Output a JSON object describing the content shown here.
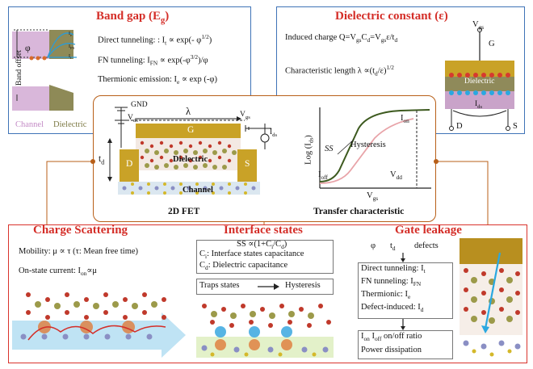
{
  "band_gap": {
    "title": "Band gap (E",
    "title_sub": "g",
    "title_end": ")",
    "axis_label": "Band offset",
    "phi": "φ",
    "it": "I",
    "it_sub": "t",
    "ifn": "I",
    "ifn_sub": "FN",
    "ie": "I",
    "ie_sub": "e",
    "channel": "Channel",
    "dielectric": "Dielectric",
    "eq1": "Direct tunneling: : I",
    "eq1_sub": "t",
    "eq1_end": " ∝ exp(- φ",
    "eq1_sup": "1/2",
    "eq1_close": ")",
    "eq2": "FN tunneling: I",
    "eq2_sub": "FN",
    "eq2_end": " ∝ exp(-φ",
    "eq2_sup": "3/2",
    "eq2_close": ")/φ",
    "eq3": "Thermionic emission: I",
    "eq3_sub": "e",
    "eq3_end": " ∝ exp (-φ)"
  },
  "dielectric": {
    "title": "Dielectric constant (ε)",
    "eq1": "Induced charge Q=V",
    "eq1_s1": "gs",
    "eq1_b": "C",
    "eq1_s2": "d",
    "eq1_c": "=V",
    "eq1_s3": "gs",
    "eq1_d": "ε/t",
    "eq1_s4": "d",
    "eq2": "Characteristic  length λ ∝(t",
    "eq2_s1": "d",
    "eq2_b": "/ε)",
    "eq2_sup": "1/2",
    "vgs": "V",
    "vgs_sub": "gs",
    "g": "G",
    "diel_label": "Dielectric",
    "ids": "I",
    "ids_sub": "ds",
    "d": "D",
    "s": "S"
  },
  "fet": {
    "gnd": "GND",
    "vds": "V",
    "vds_sub": "ds",
    "lambda": "λ",
    "vgs": "V",
    "vgs_sub": "gs",
    "ids": "I",
    "ids_sub": "ds",
    "g": "G",
    "d": "D",
    "s": "S",
    "td": "t",
    "td_sub": "d",
    "dielectric": "Dielectric",
    "channel": "Channel",
    "caption": "2D FET"
  },
  "transfer": {
    "ylabel": "Log (I",
    "ylabel_sub": "ds",
    "ylabel_end": ")",
    "xlabel": "V",
    "xlabel_sub": "gs",
    "ion": "I",
    "ion_sub": "on",
    "ioff": "I",
    "ioff_sub": "off",
    "ss": "SS",
    "hysteresis": "Hysteresis",
    "vdd": "V",
    "vdd_sub": "dd",
    "caption": "Transfer characteristic"
  },
  "scattering": {
    "title": "Charge Scattering",
    "eq1": "Mobility: μ ∝ τ (τ: Mean free time)",
    "eq2": "On-state current: I",
    "eq2_sub": "on",
    "eq2_end": "∝μ"
  },
  "interface": {
    "title": "Interface states",
    "ss": "SS ∝(1+C",
    "ss_s1": "i",
    "ss_b": "/C",
    "ss_s2": "d",
    "ss_c": ")",
    "ci": "C",
    "ci_sub": "i",
    "ci_end": ": Interface states capacitance",
    "cd": "C",
    "cd_sub": "d",
    "cd_end": ": Dielectric capacitance",
    "traps": "Traps states",
    "hyst": "Hysteresis"
  },
  "leakage": {
    "title": "Gate leakage",
    "phi": "φ",
    "td": "t",
    "td_sub": "d",
    "defects": "defects",
    "l1": "Direct tunneling: I",
    "l1_sub": "t",
    "l2": "FN tunneling: I",
    "l2_sub": "FN",
    "l3": "Thermionic: I",
    "l3_sub": "e",
    "l4": "Defect-induced: I",
    "l4_sub": "d",
    "r1a": "I",
    "r1a_sub": "on",
    "r1b": " I",
    "r1b_sub": "off",
    "r1c": " on/off ratio",
    "r2": "Power dissipation"
  },
  "colors": {
    "red": "#d9332c",
    "blue": "#3f73b7",
    "brown": "#b85f18",
    "gold": "#c9a227",
    "channel_purple": "#c9a3c9",
    "dielectric_olive": "#8f8a5a"
  }
}
